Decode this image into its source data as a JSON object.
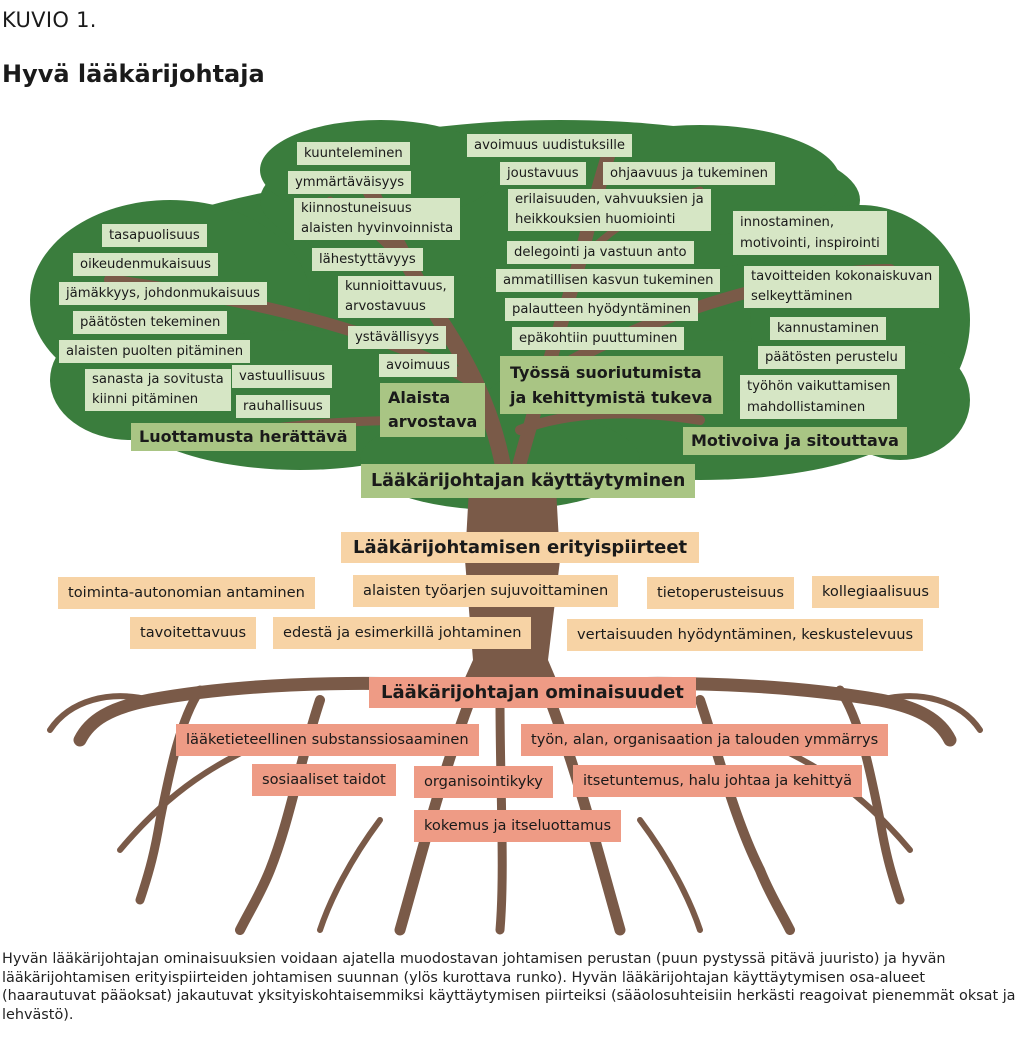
{
  "figure_label": "KUVIO 1.",
  "title": "Hyvä lääkärijohtaja",
  "colors": {
    "canopy": "#3a7d3d",
    "trunk": "#7a5a48",
    "leaf_box": "#d6e6c5",
    "category_box": "#a9c584",
    "trait_box": "#f7d3a5",
    "root_box": "#ee9b85"
  },
  "leaves": {
    "tasapuolisuus": "tasapuolisuus",
    "oikeudenmukaisuus": "oikeudenmukaisuus",
    "jamakkyys": "jämäkkyys, johdonmukaisuus",
    "paatosten_tekeminen": "päätösten tekeminen",
    "alaisten_puolten": "alaisten puolten pitäminen",
    "sanasta_1": "sanasta ja sovitusta",
    "sanasta_2": "kiinni pitäminen",
    "vastuullisuus": "vastuullisuus",
    "rauhallisuus": "rauhallisuus",
    "kuunteleminen": "kuunteleminen",
    "ymmartavaisyys": "ymmärtäväisyys",
    "kiinnostuneisuus_1": "kiinnostuneisuus",
    "kiinnostuneisuus_2": "alaisten hyvinvoinnista",
    "lahestyttavyys": "lähestyttävyys",
    "kunnioittavuus_1": "kunnioittavuus,",
    "kunnioittavuus_2": "arvostavuus",
    "ystavallisyys": "ystävällisyys",
    "avoimuus": "avoimuus",
    "avoimuus_uudistuksille": "avoimuus uudistuksille",
    "joustavuus": "joustavuus",
    "ohjaavuus": "ohjaavuus ja tukeminen",
    "erilaisuuden_1": "erilaisuuden, vahvuuksien ja",
    "erilaisuuden_2": "heikkouksien huomiointi",
    "delegointi": "delegointi ja vastuun anto",
    "ammatillisen": "ammatillisen kasvun tukeminen",
    "palautteen": "palautteen hyödyntäminen",
    "epakohtiin": "epäkohtiin puuttuminen",
    "innostaminen_1": "innostaminen,",
    "innostaminen_2": "motivointi, inspirointi",
    "tavoitteiden_1": "tavoitteiden kokonaiskuvan",
    "tavoitteiden_2": "selkeyttäminen",
    "kannustaminen": "kannustaminen",
    "paatosten_perustelu": "päätösten perustelu",
    "tyohon_1": "työhön vaikuttamisen",
    "tyohon_2": "mahdollistaminen"
  },
  "categories": {
    "luottamusta": "Luottamusta herättävä",
    "alaista_1": "Alaista",
    "alaista_2": "arvostava",
    "tyossa_1": "Työssä suoriutumista",
    "tyossa_2": "ja kehittymistä tukeva",
    "motivoiva": "Motivoiva ja sitouttava",
    "kayttaytyminen": "Lääkärijohtajan käyttäytyminen"
  },
  "traits": {
    "heading": "Lääkärijohtamisen erityispiirteet",
    "toiminta": "toiminta-autonomian antaminen",
    "sujuvoittaminen": "alaisten työarjen sujuvoittaminen",
    "tietoperusteisuus": "tietoperusteisuus",
    "kollegiaalisuus": "kollegiaalisuus",
    "tavoitettavuus": "tavoitettavuus",
    "edesta": "edestä ja esimerkillä johtaminen",
    "vertaisuuden": "vertaisuuden hyödyntäminen, keskustelevuus"
  },
  "roots": {
    "heading": "Lääkärijohtajan ominaisuudet",
    "laaketieteellinen": "lääketieteellinen substanssiosaaminen",
    "tyon_alan": "työn, alan, organisaation ja talouden ymmärrys",
    "sosiaaliset": "sosiaaliset taidot",
    "organisointikyky": "organisointikyky",
    "itsetuntemus": "itsetuntemus, halu johtaa ja kehittyä",
    "kokemus": "kokemus ja itseluottamus"
  },
  "caption": "Hyvän lääkärijohtajan ominaisuuksien voidaan ajatella muodostavan johtamisen perustan (puun pystyssä pitävä juuristo) ja hyvän lääkärijohtamisen erityispiirteiden johtamisen suunnan (ylös kurottava runko). Hyvän lääkärijohtajan käyttäytymisen osa-alueet (haarautuvat pääoksat) jakautuvat yksityiskohtaisemmiksi käyttäytymisen piirteiksi (sääolosuhteisiin herkästi reagoivat pienemmät oksat ja lehvästö)."
}
